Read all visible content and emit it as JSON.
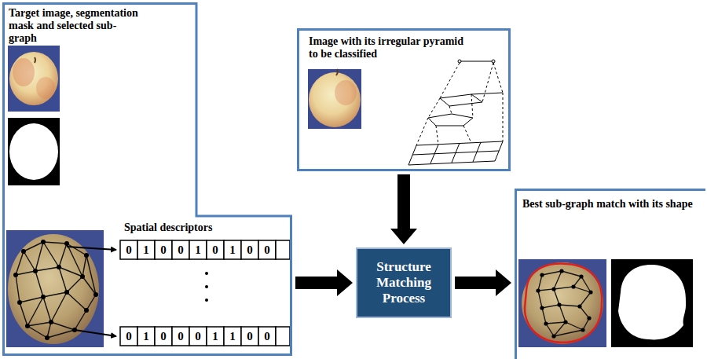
{
  "diagram": {
    "nodes": [
      {
        "text": [
          "Target image, segmentation mask and selected sub-graph",
          "Spatial descriptors"
        ]
      },
      {
        "text": [
          "Image with its irregular pyramid to be classified"
        ]
      },
      {
        "text": [
          "Structure Matching Process"
        ]
      },
      {
        "text": [
          "Best sub-graph match with its shape"
        ]
      }
    ],
    "edges": [
      {
        "from": 1,
        "to": 2,
        "arrow": "to"
      },
      {
        "from": 0,
        "to": 2,
        "arrow": "to"
      },
      {
        "from": 2,
        "to": 3,
        "arrow": "to"
      }
    ],
    "labels": [
      "0",
      "1",
      "0",
      "0",
      "1",
      "0",
      "1",
      "0",
      "0",
      "0",
      "1",
      "0",
      "0",
      "0",
      "1",
      "1",
      "0",
      "0"
    ]
  }
}
